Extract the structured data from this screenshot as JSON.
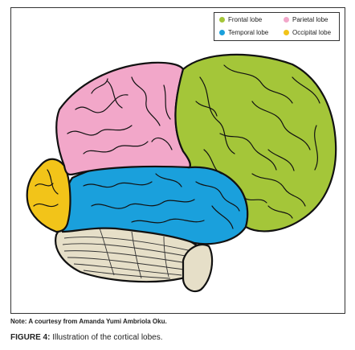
{
  "figure": {
    "note": "Note: A courtesy from Amanda Yumi Ambriola Oku.",
    "caption_label": "FIGURE 4:",
    "caption_text": "Illustration of the cortical lobes."
  },
  "legend": {
    "items": [
      {
        "label": "Frontal lobe",
        "color": "#a4c639"
      },
      {
        "label": "Parietal lobe",
        "color": "#f2a7c9"
      },
      {
        "label": "Temporal lobe",
        "color": "#1aa0dc"
      },
      {
        "label": "Occipital lobe",
        "color": "#f2c419"
      }
    ]
  },
  "colors": {
    "frontal": "#a4c639",
    "parietal": "#f2a7c9",
    "temporal": "#1aa0dc",
    "occipital": "#f2c419",
    "cerebellum": "#e6dfc8",
    "outline": "#111111"
  }
}
